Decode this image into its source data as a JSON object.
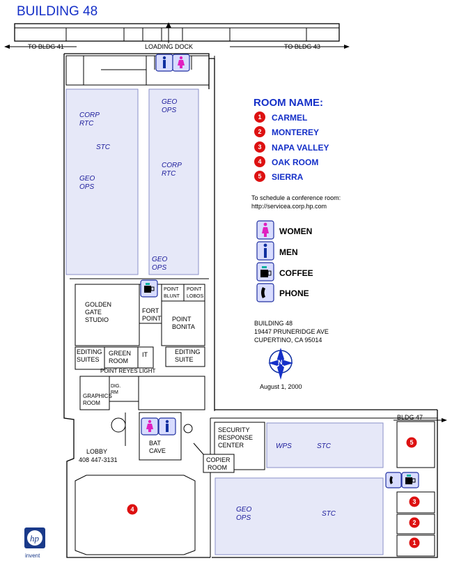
{
  "title": "BUILDING 48",
  "directions": {
    "to_bldg_41": "TO BLDG 41",
    "loading_dock": "LOADING DOCK",
    "to_bldg_43": "TO BLDG 43",
    "bldg_47": "BLDG 47"
  },
  "legend": {
    "heading": "ROOM NAME:",
    "rooms": [
      {
        "number": "1",
        "name": "CARMEL"
      },
      {
        "number": "2",
        "name": "MONTEREY"
      },
      {
        "number": "3",
        "name": "NAPA VALLEY"
      },
      {
        "number": "4",
        "name": "OAK ROOM"
      },
      {
        "number": "5",
        "name": "SIERRA"
      }
    ],
    "schedule_line1": "To schedule a conference room:",
    "schedule_line2": "http://servicea.corp.hp.com",
    "symbols": {
      "women": "WOMEN",
      "men": "MEN",
      "coffee": "COFFEE",
      "phone": "PHONE"
    }
  },
  "address": {
    "line1": "BUILDING 48",
    "line2": "19447 PRUNERIDGE AVE",
    "line3": "CUPERTINO, CA 95014"
  },
  "date": "August 1, 2000",
  "compass": {
    "north": "N"
  },
  "areas": {
    "corp_rtc_a": "CORP",
    "corp_rtc_b": "RTC",
    "stc": "STC",
    "geo_ops_a": "GEO",
    "geo_ops_b": "OPS",
    "wps": "WPS"
  },
  "rooms": {
    "golden_gate": [
      "GOLDEN",
      "GATE",
      "STUDIO"
    ],
    "fort_point": [
      "FORT",
      "POINT"
    ],
    "point_blunt": [
      "POINT",
      "BLUNT"
    ],
    "point_lobos": [
      "POINT",
      "LOBOS"
    ],
    "point_bonita": [
      "POINT",
      "BONITA"
    ],
    "editing_suites": [
      "EDITING",
      "SUITES"
    ],
    "green_room": [
      "GREEN",
      "ROOM"
    ],
    "it": "IT",
    "editing_suite": [
      "EDITING",
      "SUITE"
    ],
    "point_reyes_light": "POINT REYES LIGHT",
    "graphics_room": [
      "GRAPHICS",
      "ROOM"
    ],
    "dig_rm": [
      "DIG.",
      "RM"
    ],
    "bat_cave": [
      "BAT",
      "CAVE"
    ],
    "lobby": "LOBBY",
    "lobby_phone": "408 447-3131",
    "security": [
      "SECURITY",
      "RESPONSE",
      "CENTER"
    ],
    "copier": [
      "COPIER",
      "ROOM"
    ]
  },
  "logo": {
    "mark": "hp",
    "word": "invent"
  },
  "colors": {
    "accent": "#1530c8",
    "badge": "#dd1111",
    "zone": "#e6e8f8",
    "women": "#e020c0",
    "men": "#1030a0"
  }
}
